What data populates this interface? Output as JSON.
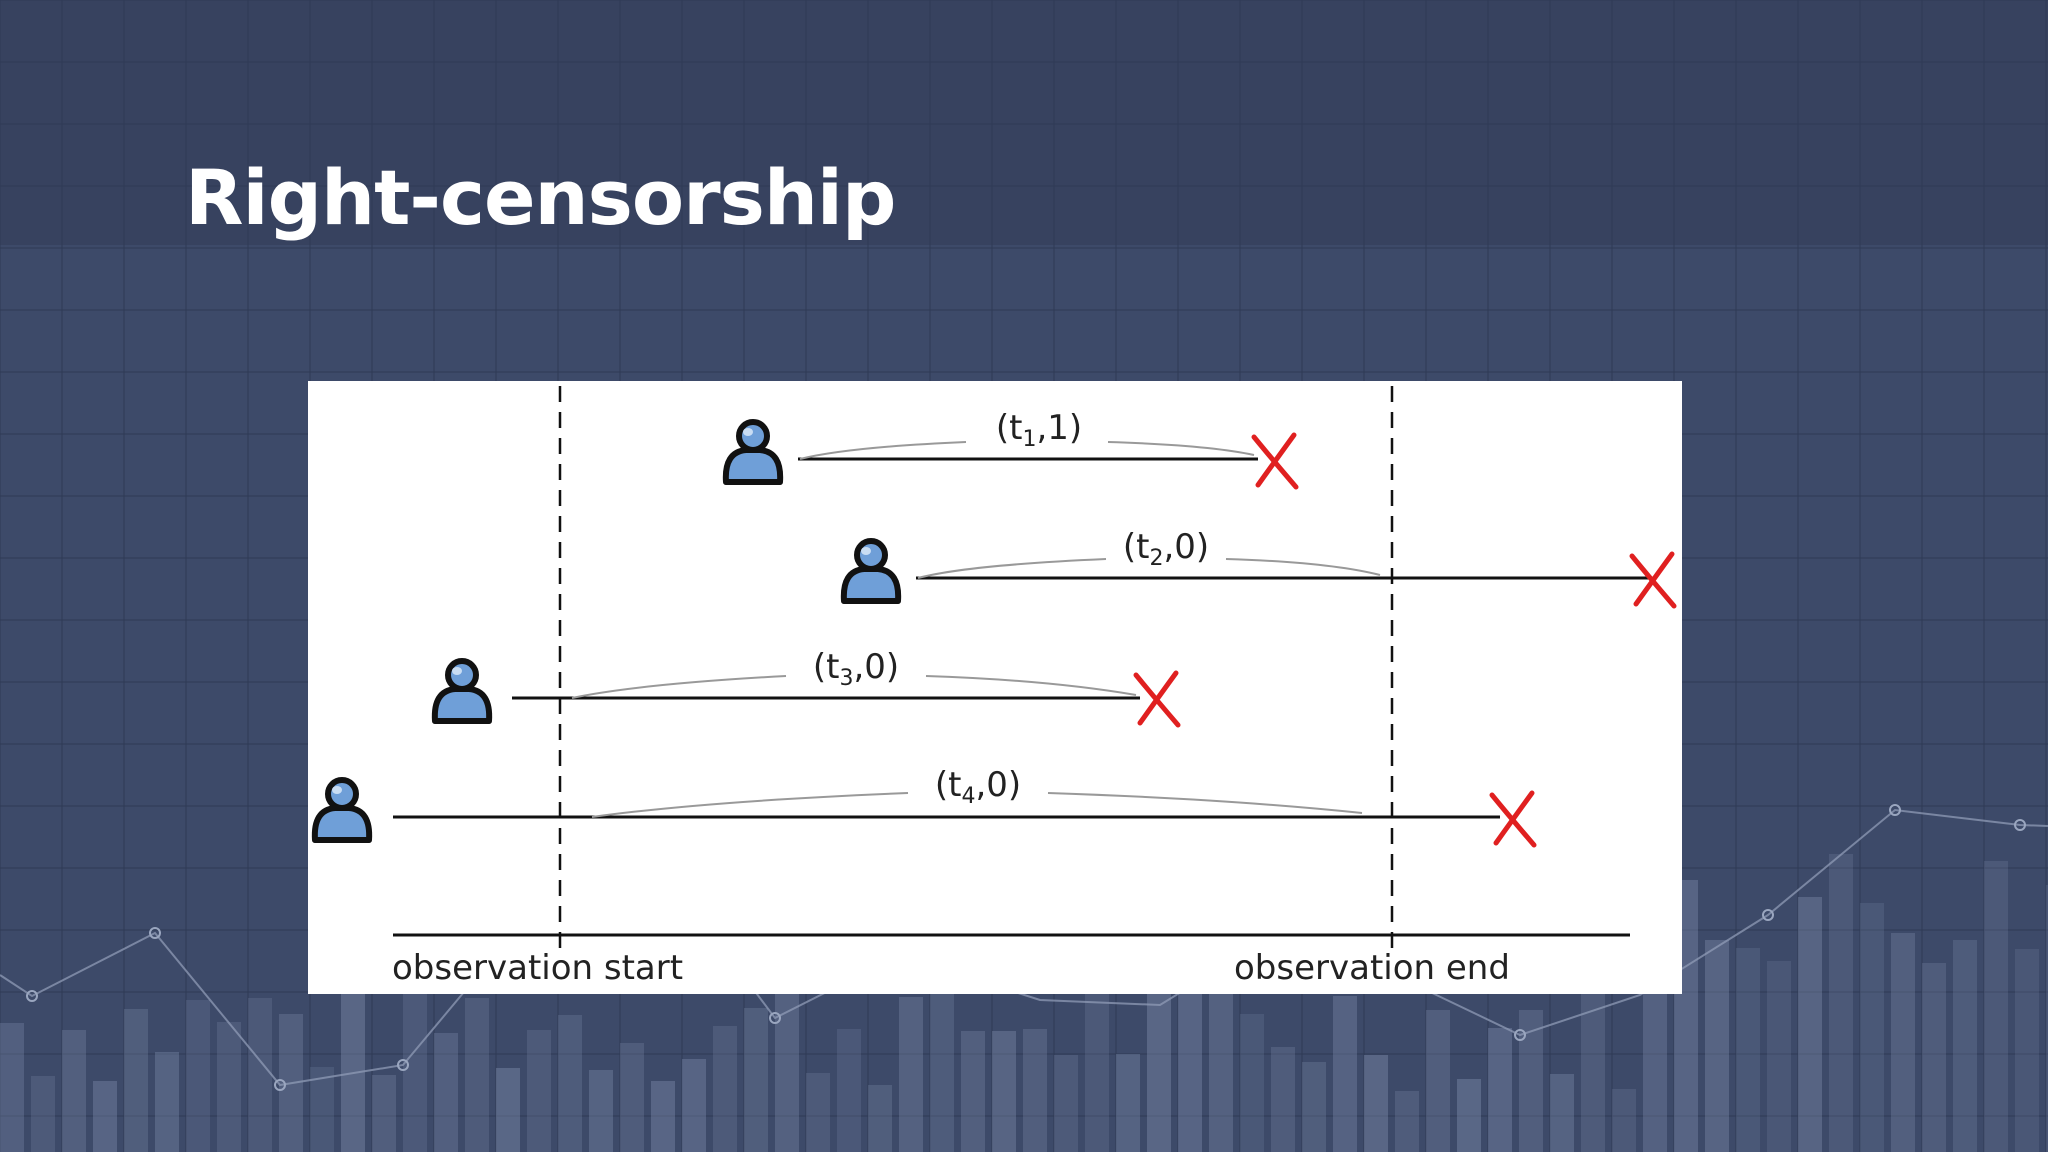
{
  "slide": {
    "title": "Right-censorship"
  },
  "diagram": {
    "axis_labels": {
      "start": "observation start",
      "end": "observation end"
    },
    "subjects": [
      {
        "name": "1",
        "event": "1"
      },
      {
        "name": "2",
        "event": "0"
      },
      {
        "name": "3",
        "event": "0"
      },
      {
        "name": "4",
        "event": "0"
      }
    ],
    "colors": {
      "background": "#3d4a69",
      "header_band": "#37425f",
      "event_mark": "#e02020",
      "person_fill": "#6f9fd8",
      "line": "#111111"
    },
    "icons": [
      "person-icon",
      "cross-mark-icon"
    ]
  }
}
